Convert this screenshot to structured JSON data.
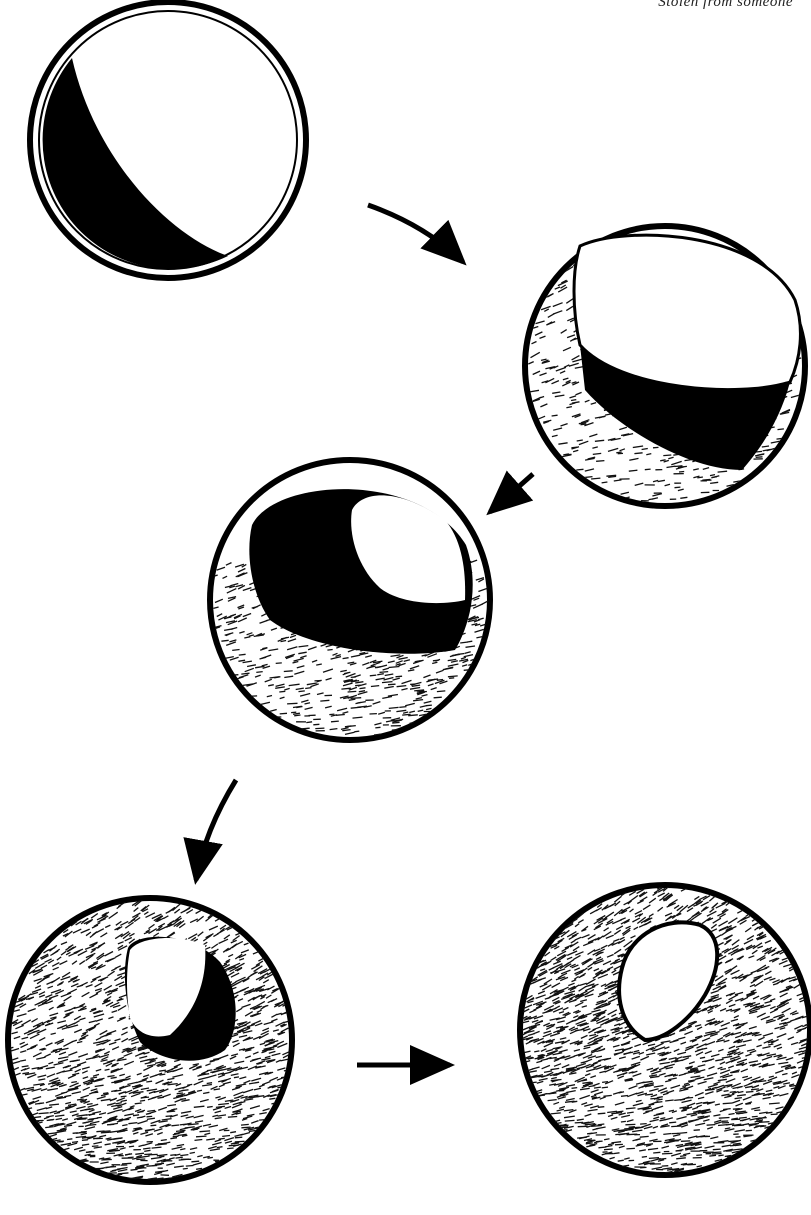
{
  "header": {
    "caption": "Stolen from someone"
  },
  "figure": {
    "ink_color": "#000000",
    "paper_color": "#ffffff",
    "hatch_color": "#111111",
    "stages": [
      {
        "id": "stage-1",
        "shadow": "crescent-left",
        "hatching": "none"
      },
      {
        "id": "stage-2",
        "shadow": "crescent-bottom",
        "hatching": "light-left"
      },
      {
        "id": "stage-3",
        "shadow": "large-dark",
        "hatching": "lower-half"
      },
      {
        "id": "stage-4",
        "shadow": "small-dark",
        "hatching": "most"
      },
      {
        "id": "stage-5",
        "shadow": "none",
        "hatching": "full"
      }
    ],
    "arrows": [
      {
        "from": "stage-1",
        "to": "stage-2",
        "direction": "down-right"
      },
      {
        "from": "stage-2",
        "to": "stage-3",
        "direction": "down-left"
      },
      {
        "from": "stage-3",
        "to": "stage-4",
        "direction": "down"
      },
      {
        "from": "stage-4",
        "to": "stage-5",
        "direction": "right"
      }
    ]
  }
}
